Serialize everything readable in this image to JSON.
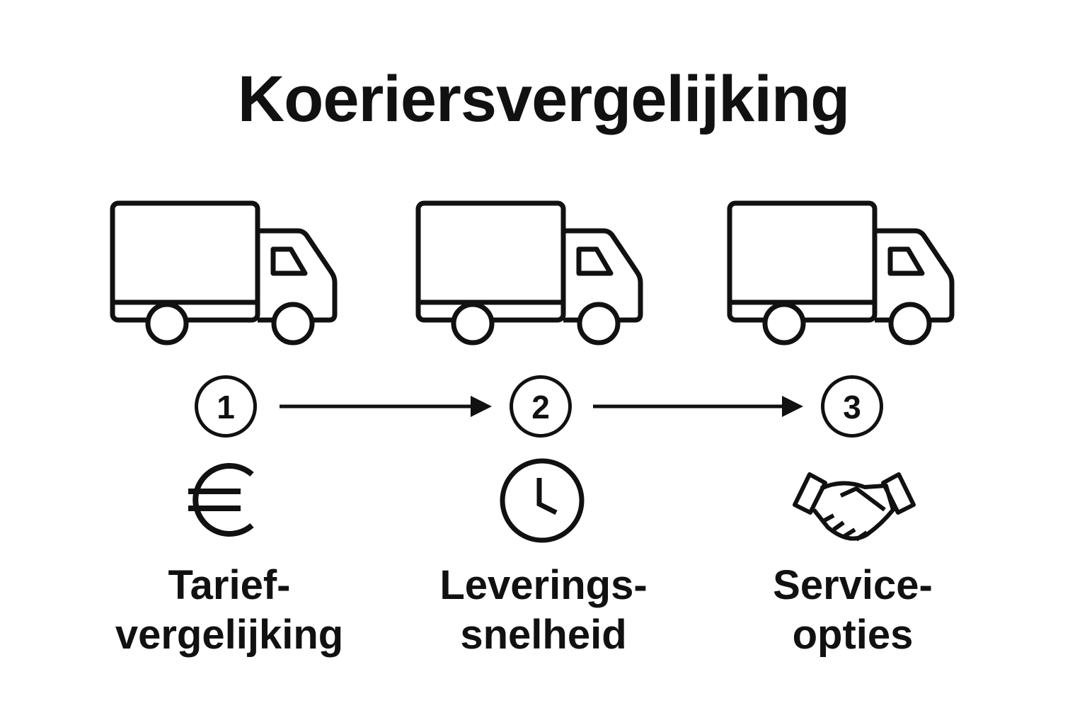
{
  "title": "Koeriersvergelijking",
  "steps": [
    {
      "number": "1",
      "icon": "euro-icon",
      "label_line1": "Tarief-",
      "label_line2": "vergelijking"
    },
    {
      "number": "2",
      "icon": "clock-icon",
      "label_line1": "Leverings-",
      "label_line2": "snelheid"
    },
    {
      "number": "3",
      "icon": "handshake-icon",
      "label_line1": "Service-",
      "label_line2": "opties"
    }
  ]
}
